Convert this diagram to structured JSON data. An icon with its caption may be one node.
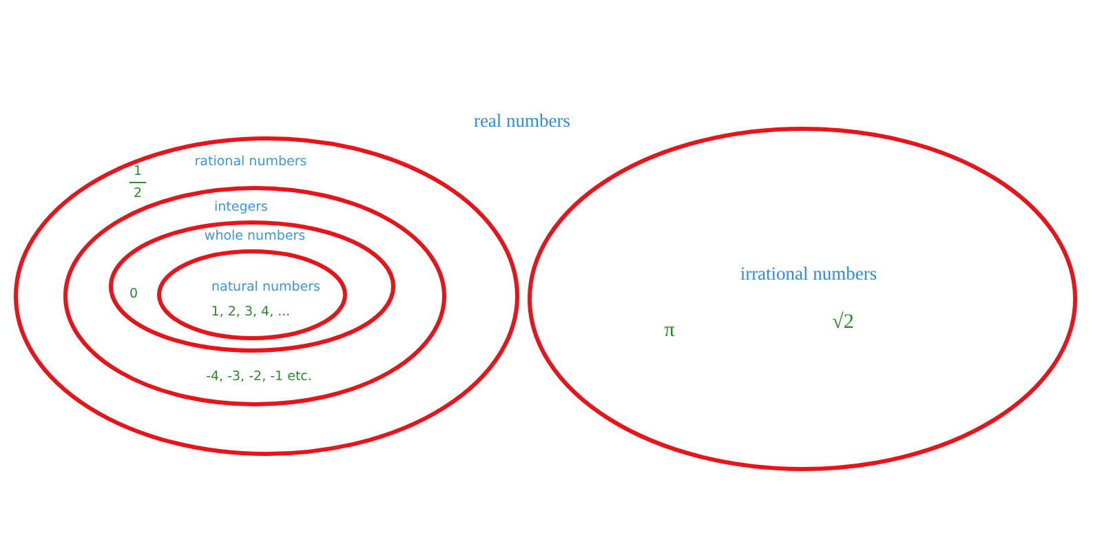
{
  "diagram": {
    "title": "real numbers",
    "nodes": [
      {
        "text": [
          "rational numbers",
          "1",
          "2"
        ]
      },
      {
        "text": [
          "integers",
          "-4, -3, -2, -1 etc."
        ],
        "in": 0
      },
      {
        "text": [
          "whole numbers",
          "0"
        ],
        "in": 1
      },
      {
        "text": [
          "natural numbers",
          "1, 2, 3, 4, ..."
        ],
        "in": 2
      },
      {
        "text": [
          "irrational numbers",
          "π",
          "√2"
        ]
      }
    ]
  }
}
